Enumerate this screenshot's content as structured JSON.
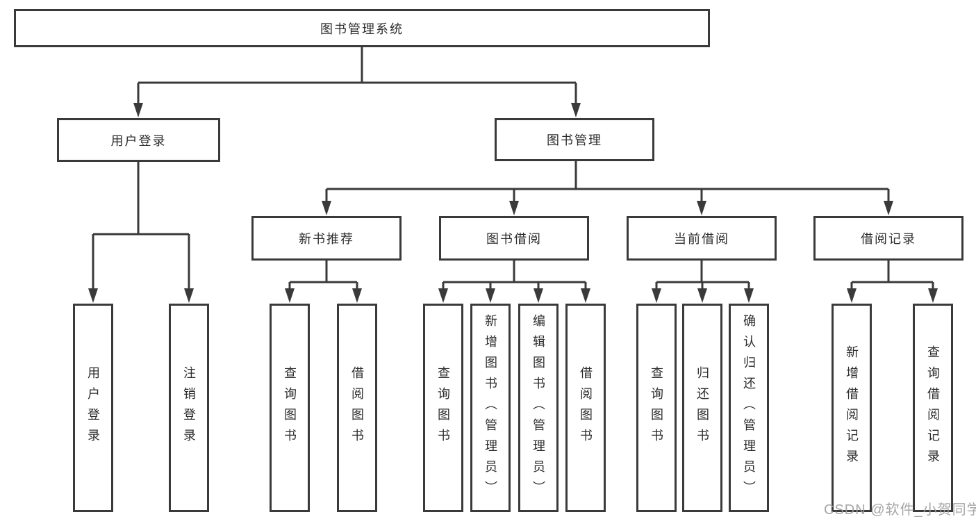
{
  "diagram": {
    "type": "hierarchy-diagram",
    "colors": {
      "line": "#3a3a3a",
      "box_border": "#3a3a3a",
      "box_fill": "#ffffff",
      "text": "#2d2d2d",
      "watermark": "#9e9e9e",
      "background": "#ffffff"
    }
  },
  "nodes": {
    "root": {
      "label": "图书管理系统"
    },
    "l2": [
      {
        "label": "用户登录"
      },
      {
        "label": "图书管理"
      }
    ],
    "l3": [
      {
        "label": "新书推荐"
      },
      {
        "label": "图书借阅"
      },
      {
        "label": "当前借阅"
      },
      {
        "label": "借阅记录"
      }
    ],
    "l4": [
      {
        "label": "用户登录"
      },
      {
        "label": "注销登录"
      },
      {
        "label": "查询图书"
      },
      {
        "label": "借阅图书"
      },
      {
        "label": "查询图书"
      },
      {
        "label": "新增图书（管理员）"
      },
      {
        "label": "编辑图书（管理员）"
      },
      {
        "label": "借阅图书"
      },
      {
        "label": "查询图书"
      },
      {
        "label": "归还图书"
      },
      {
        "label": "确认归还（管理员）"
      },
      {
        "label": "新增借阅记录"
      },
      {
        "label": "查询借阅记录"
      }
    ]
  },
  "hierarchy": {
    "图书管理系统": [
      "用户登录",
      "图书管理"
    ],
    "用户登录": [
      "用户登录",
      "注销登录"
    ],
    "图书管理": [
      "新书推荐",
      "图书借阅",
      "当前借阅",
      "借阅记录"
    ],
    "新书推荐": [
      "查询图书",
      "借阅图书"
    ],
    "图书借阅": [
      "查询图书",
      "新增图书（管理员）",
      "编辑图书（管理员）",
      "借阅图书"
    ],
    "当前借阅": [
      "查询图书",
      "归还图书",
      "确认归还（管理员）"
    ],
    "借阅记录": [
      "新增借阅记录",
      "查询借阅记录"
    ]
  },
  "watermark": {
    "text": "CSDN @软件_小贺同学"
  }
}
